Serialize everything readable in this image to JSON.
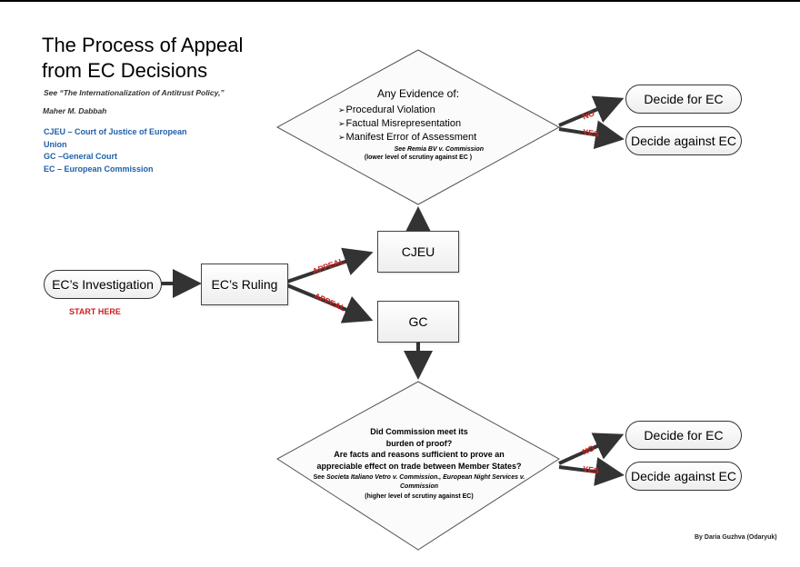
{
  "title": "The Process of Appeal from EC Decisions",
  "citation": "See “The Internationalization of Antitrust Policy,”",
  "author": "Maher M. Dabbah",
  "legend": [
    "CJEU – Court of Justice of European Union",
    "GC –General Court",
    "EC – European Commission"
  ],
  "nodes": {
    "investigation": "EC’s Investigation",
    "ruling": "EC’s Ruling",
    "cjeu": "CJEU",
    "gc": "GC",
    "decide_for_top": "Decide for EC",
    "decide_against_top": "Decide against EC",
    "decide_for_bottom": "Decide for EC",
    "decide_against_bottom": "Decide against EC"
  },
  "start_label": "START HERE",
  "edge_labels": {
    "appeal_cjeu": "APPEAL",
    "appeal_gc": "APPEAL",
    "no_top": "NO",
    "yes_top": "YES",
    "no_bottom": "NO",
    "yes_bottom": "YES"
  },
  "decision_top": {
    "heading": "Any Evidence of:",
    "items": [
      "Procedural Violation",
      "Factual Misrepresentation",
      "Manifest Error of Assessment"
    ],
    "see": "See Remia BV v. Commission",
    "level": "(lower level of  scrutiny against EC )"
  },
  "decision_bottom": {
    "line1": "Did Commission meet its",
    "line2": "burden of proof?",
    "line3": "Are facts and reasons sufficient to prove an",
    "line4": "appreciable effect on trade between Member States?",
    "see_prefix": "See ",
    "see_cases": "Societa Italiano Vetro v. Commission., European Night Services v. Commission",
    "level": "(higher level of  scrutiny against EC)"
  },
  "byline": "By Daria Guzhva (Odaryuk)",
  "colors": {
    "red_label": "#d11e1e",
    "legend_blue": "#1f5fa8",
    "arrow": "#333333"
  }
}
